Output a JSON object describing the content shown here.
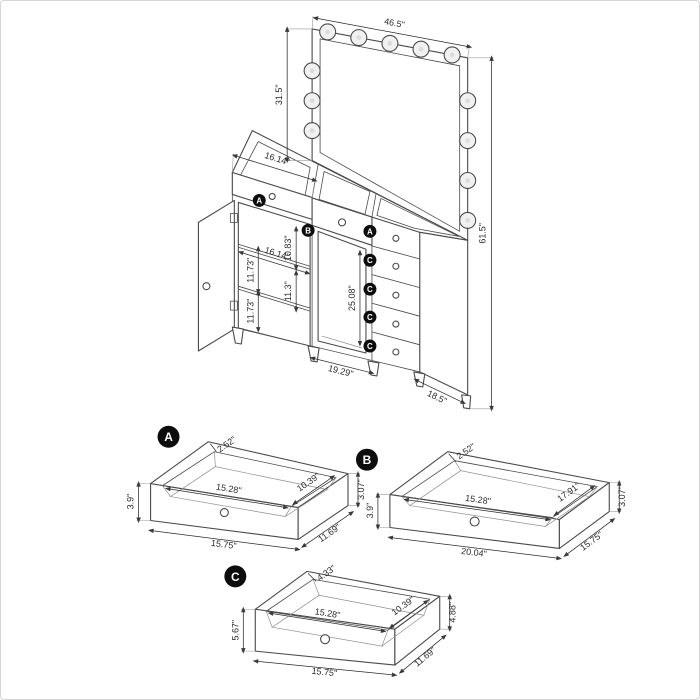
{
  "colors": {
    "line": "#4a4a4a",
    "dim": "#2b2b2b",
    "badge": "#0d0d0d",
    "bulb_fill": "#f1f1f1",
    "page_border": "#d6d6d6"
  },
  "main": {
    "dims": {
      "mirror_width": "46.5\"",
      "mirror_height": "31.5\"",
      "total_height": "61.5\"",
      "left_section_width": "16.14\"",
      "compartment_top_height": "10.83\"",
      "compartment_mid_height": "11.73\"",
      "shelf_width": "16.14\"",
      "compartment_low_height": "11.3\"",
      "compartment_bottom_height": "11.73\"",
      "knee_space_height": "25.08\"",
      "center_section_width": "19.29\"",
      "depth": "18.5\""
    },
    "markers": {
      "left_drawer": "A",
      "center_drawer": "B",
      "stack": [
        "A",
        "C",
        "C",
        "C",
        "C"
      ]
    }
  },
  "details": {
    "a": {
      "badge": "A",
      "inner_width": "15.28\"",
      "inner_depth": "10.39\"",
      "back_offset": "2.52\"",
      "front_height": "3.9\"",
      "back_height": "3.07\"",
      "outer_width": "15.75\"",
      "outer_depth": "11.69\""
    },
    "b": {
      "badge": "B",
      "inner_width": "15.28\"",
      "inner_depth": "17.91\"",
      "back_offset": "2.52\"",
      "front_height": "3.9\"",
      "back_height": "3.07\"",
      "outer_width": "20.04\"",
      "outer_depth": "15.75\""
    },
    "c": {
      "badge": "C",
      "inner_width": "15.28\"",
      "inner_depth": "10.39\"",
      "back_offset": "4.33\"",
      "front_height": "5.67\"",
      "back_height": "4.88\"",
      "outer_width": "15.75\"",
      "outer_depth": "11.69\""
    }
  }
}
